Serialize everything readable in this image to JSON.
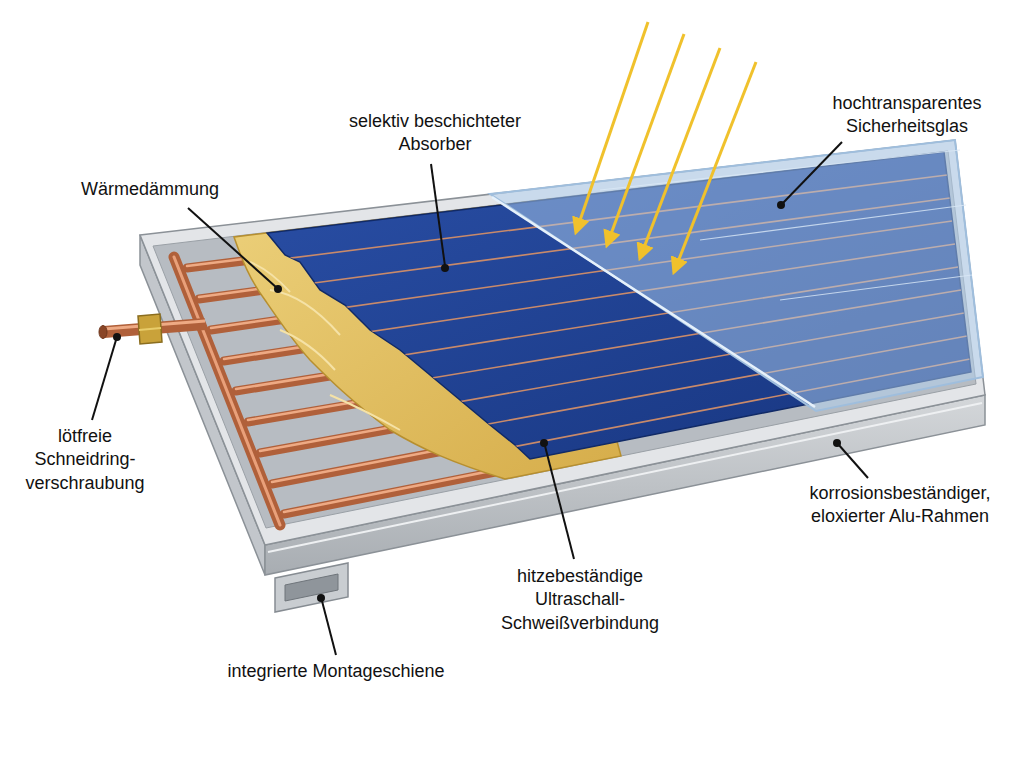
{
  "diagram": {
    "labels": [
      "selektiv beschichteter Absorber",
      "hochtransparentes Sicherheitsglas",
      "Wärmedämmung",
      "lötfreie Schneidring- verschraubung",
      "korrosionsbeständiger, eloxierter Alu-Rahmen",
      "hitzebeständige Ultraschall- Schweißverbindung",
      "integrierte Montageschiene"
    ]
  }
}
